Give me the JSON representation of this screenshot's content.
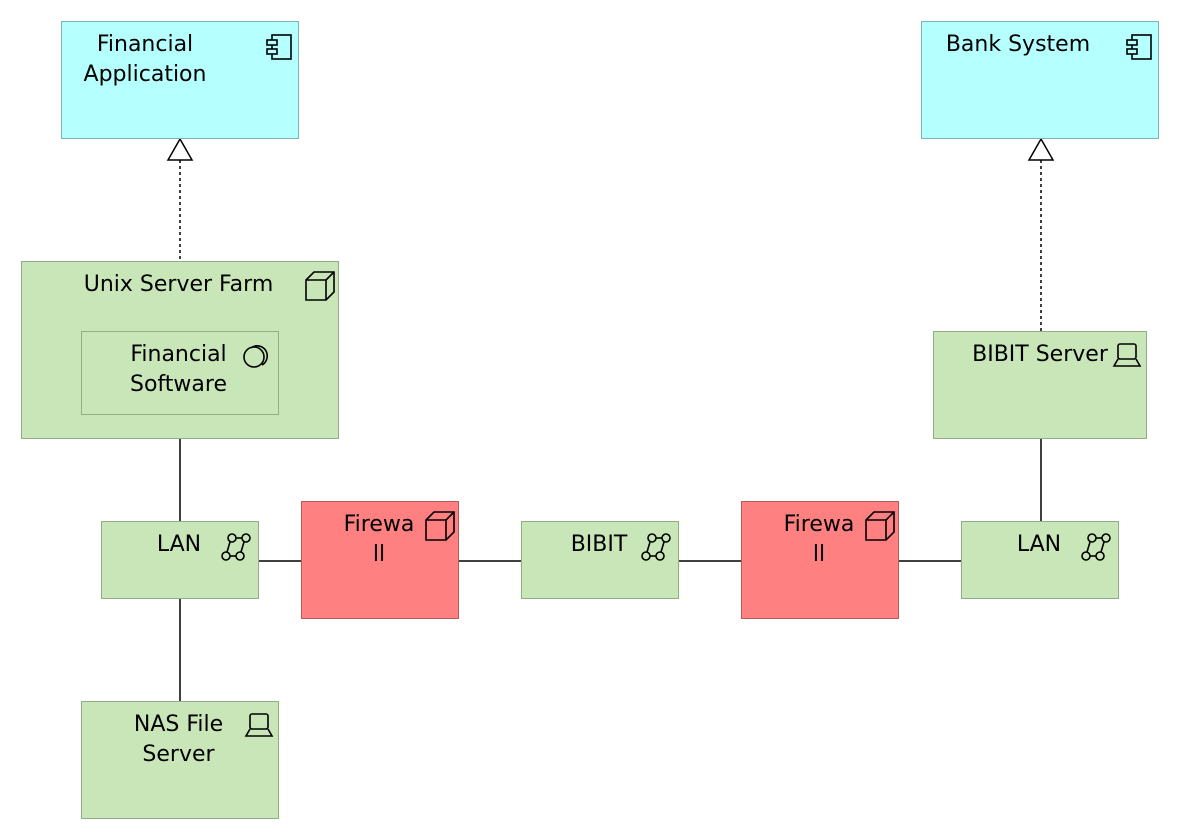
{
  "nodes": {
    "financial_application": {
      "label": "Financial\nApplication",
      "icon": "application-component-icon"
    },
    "bank_system": {
      "label": "Bank System",
      "icon": "application-component-icon"
    },
    "unix_server_farm": {
      "label": "Unix Server Farm",
      "icon": "node-icon"
    },
    "financial_software": {
      "label": "Financial\nSoftware",
      "icon": "system-software-icon"
    },
    "bibit_server": {
      "label": "BIBIT Server",
      "icon": "device-icon"
    },
    "lan_left": {
      "label": "LAN",
      "icon": "network-icon"
    },
    "firewall_left": {
      "label": "Firewa\nll",
      "icon": "node-icon"
    },
    "bibit": {
      "label": "BIBIT",
      "icon": "network-icon"
    },
    "firewall_right": {
      "label": "Firewa\nll",
      "icon": "node-icon"
    },
    "lan_right": {
      "label": "LAN",
      "icon": "network-icon"
    },
    "nas_file_server": {
      "label": "NAS File\nServer",
      "icon": "device-icon"
    }
  },
  "colors": {
    "application": "#b5ffff",
    "technology": "#c9e6b8",
    "firewall": "#ff8080"
  }
}
